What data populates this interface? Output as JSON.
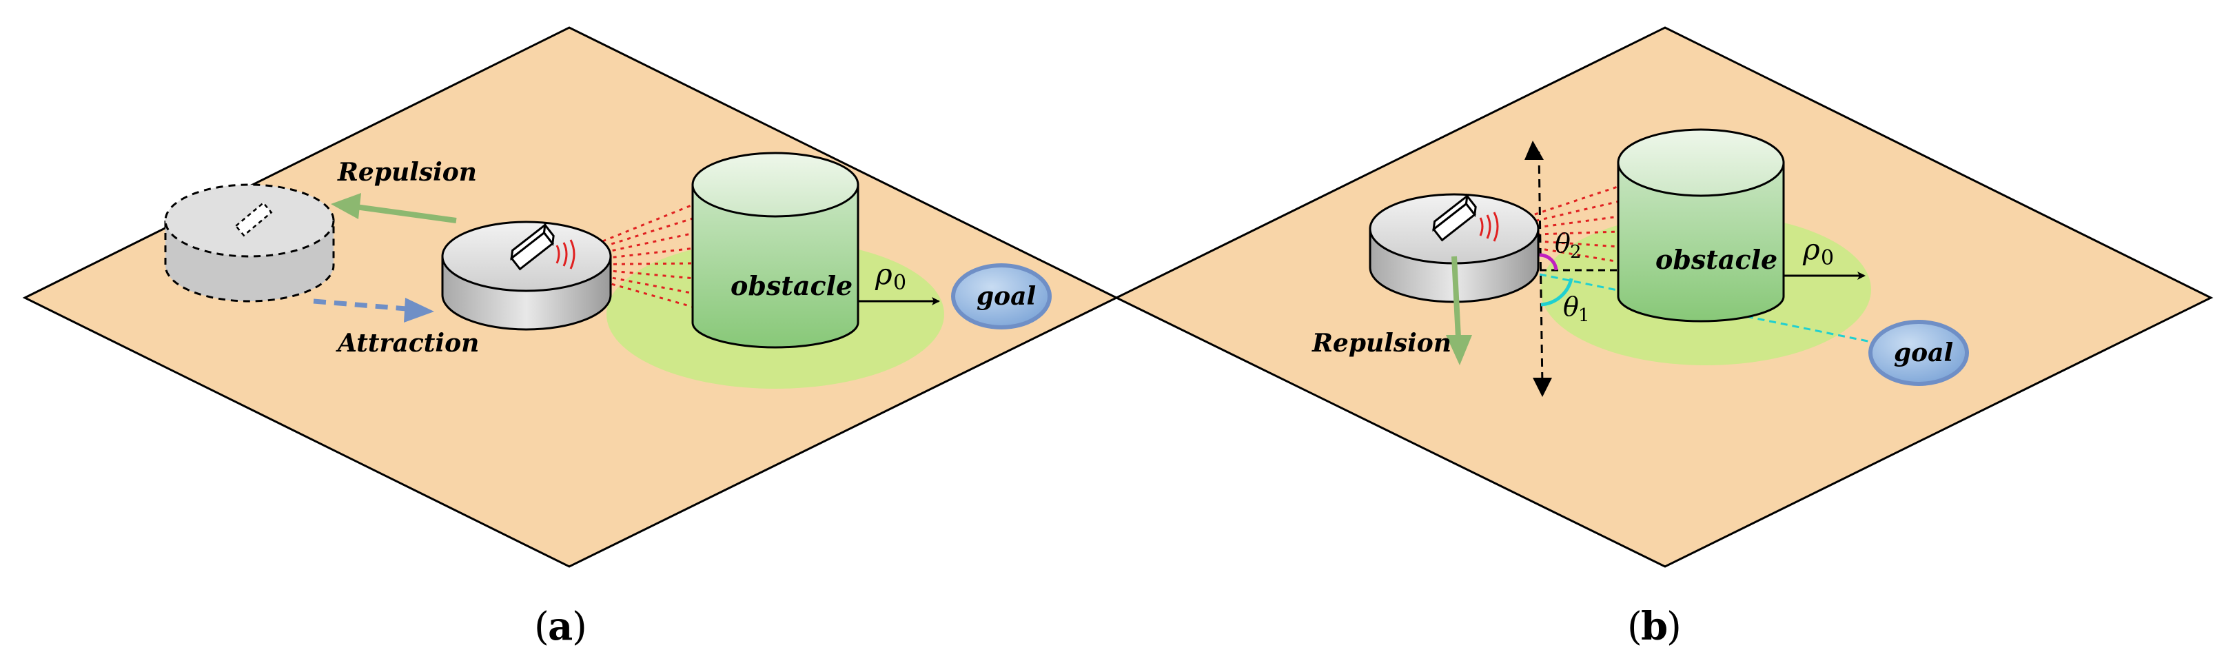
{
  "panel_a": {
    "caption_letter": "a",
    "label_repulsion": "Repulsion",
    "label_attraction": "Attraction",
    "label_obstacle": "obstacle",
    "label_goal": "goal",
    "label_rho": "ρ",
    "label_rho_sub": "0"
  },
  "panel_b": {
    "caption_letter": "b",
    "label_repulsion": "Repulsion",
    "label_obstacle": "obstacle",
    "label_goal": "goal",
    "label_rho": "ρ",
    "label_rho_sub": "0",
    "label_theta1": "θ",
    "label_theta1_sub": "1",
    "label_theta2": "θ",
    "label_theta2_sub": "2"
  },
  "colors": {
    "ground": "#f8d5a8",
    "influence_zone": "#cfe88a",
    "obstacle_top": "#d4ecd2",
    "obstacle_body": "#8ccc7a",
    "goal": "#8aacd8",
    "repulsion_arrow": "#8cb870",
    "attraction_arrow": "#6f8fc6",
    "sensor_rays": "#e02020",
    "theta1_arc": "#20d0d0",
    "theta2_arc": "#c020c0"
  }
}
